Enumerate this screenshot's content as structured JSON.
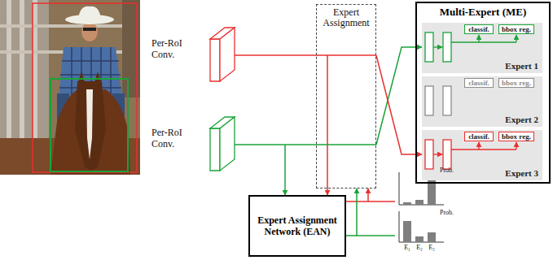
{
  "diagram": {
    "nodes": [
      {
        "text": [
          "Expert Assignment"
        ]
      },
      {
        "text": [
          "Multi-Expert (ME)"
        ]
      },
      {
        "text": [
          "Expert 1"
        ],
        "in": 1
      },
      {
        "text": [
          "classif."
        ],
        "in": 2
      },
      {
        "text": [
          "bbox reg."
        ],
        "in": 2
      },
      {
        "text": [
          "Expert 2"
        ],
        "in": 1
      },
      {
        "text": [
          "classif."
        ],
        "in": 5
      },
      {
        "text": [
          "bbox reg."
        ],
        "in": 5
      },
      {
        "text": [
          "Expert 3"
        ],
        "in": 1
      },
      {
        "text": [
          "classif."
        ],
        "in": 8
      },
      {
        "text": [
          "bbox reg."
        ],
        "in": 8
      },
      {
        "text": [
          "Expert Assignment Network (EAN)"
        ]
      }
    ],
    "edges": [
      {
        "from": 0,
        "to": 2,
        "arrow": "to"
      },
      {
        "from": 0,
        "to": 8,
        "arrow": "to"
      },
      {
        "from": 11,
        "to": 0,
        "arrow": "to"
      },
      {
        "from": 11,
        "to": 0,
        "arrow": "to"
      }
    ],
    "labels": [
      "Per-RoI Conv.",
      "Per-RoI Conv.",
      "Prob.",
      "Prob.",
      "E₁",
      "E₂",
      "E₃"
    ]
  }
}
